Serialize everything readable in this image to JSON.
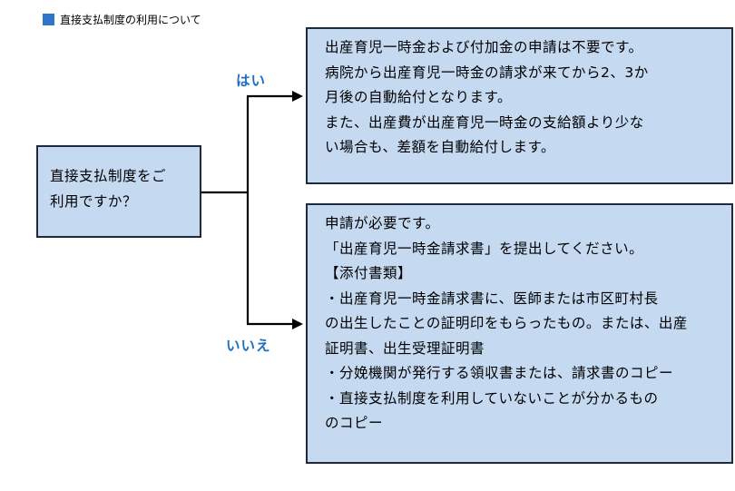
{
  "heading": "直接支払制度の利用について",
  "question": {
    "lines": [
      "直接支払制度をご",
      "利用ですか？"
    ]
  },
  "branches": {
    "yes_label": "はい",
    "no_label": "いいえ"
  },
  "yes_result": {
    "lines": [
      "出産育児一時金および付加金の申請は不要です。",
      "病院から出産育児一時金の請求が来てから2、3か",
      "月後の自動給付となります。",
      "また、出産費が出産育児一時金の支給額より少な",
      "い場合も、差額を自動給付します。"
    ]
  },
  "no_result": {
    "lines": [
      "申請が必要です。",
      "「出産育児一時金請求書」を提出してください。",
      "【添付書類】",
      "・出産育児一時金請求書に、医師または市区町村長",
      "の出生したことの証明印をもらったもの。または、出産",
      "証明書、出生受理証明書",
      "・分娩機関が発行する領収書または、請求書のコピー",
      "・直接支払制度を利用していないことが分かるもの",
      "のコピー"
    ]
  },
  "colors": {
    "box_fill": "#c5d9f1",
    "box_border": "#1f2b3d",
    "heading_square": "#2e75c8",
    "label_text": "#1f6fc1",
    "connector": "#000000"
  }
}
